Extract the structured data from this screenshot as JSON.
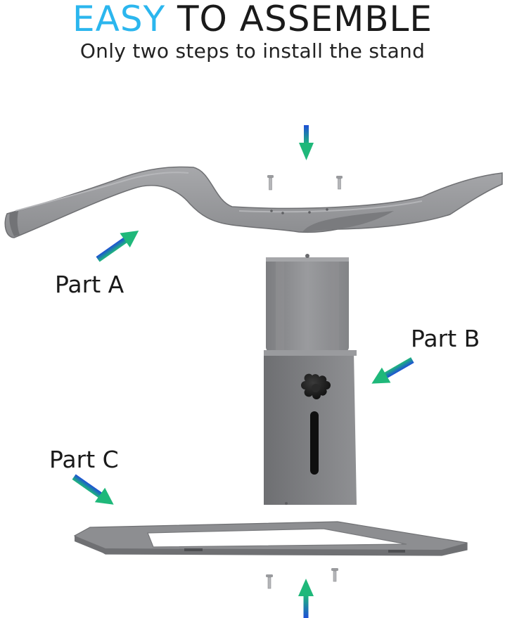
{
  "header": {
    "title_accent": "EASY",
    "title_rest": " TO ASSEMBLE",
    "subtitle": "Only two steps to install the stand"
  },
  "labels": {
    "part_a": "Part A",
    "part_b": "Part B",
    "part_c": "Part C"
  },
  "colors": {
    "accent": "#2bb6ee",
    "arrow_blue": "#1e4fd6",
    "arrow_green": "#1fb87a",
    "metal": "#8a8b8d"
  }
}
